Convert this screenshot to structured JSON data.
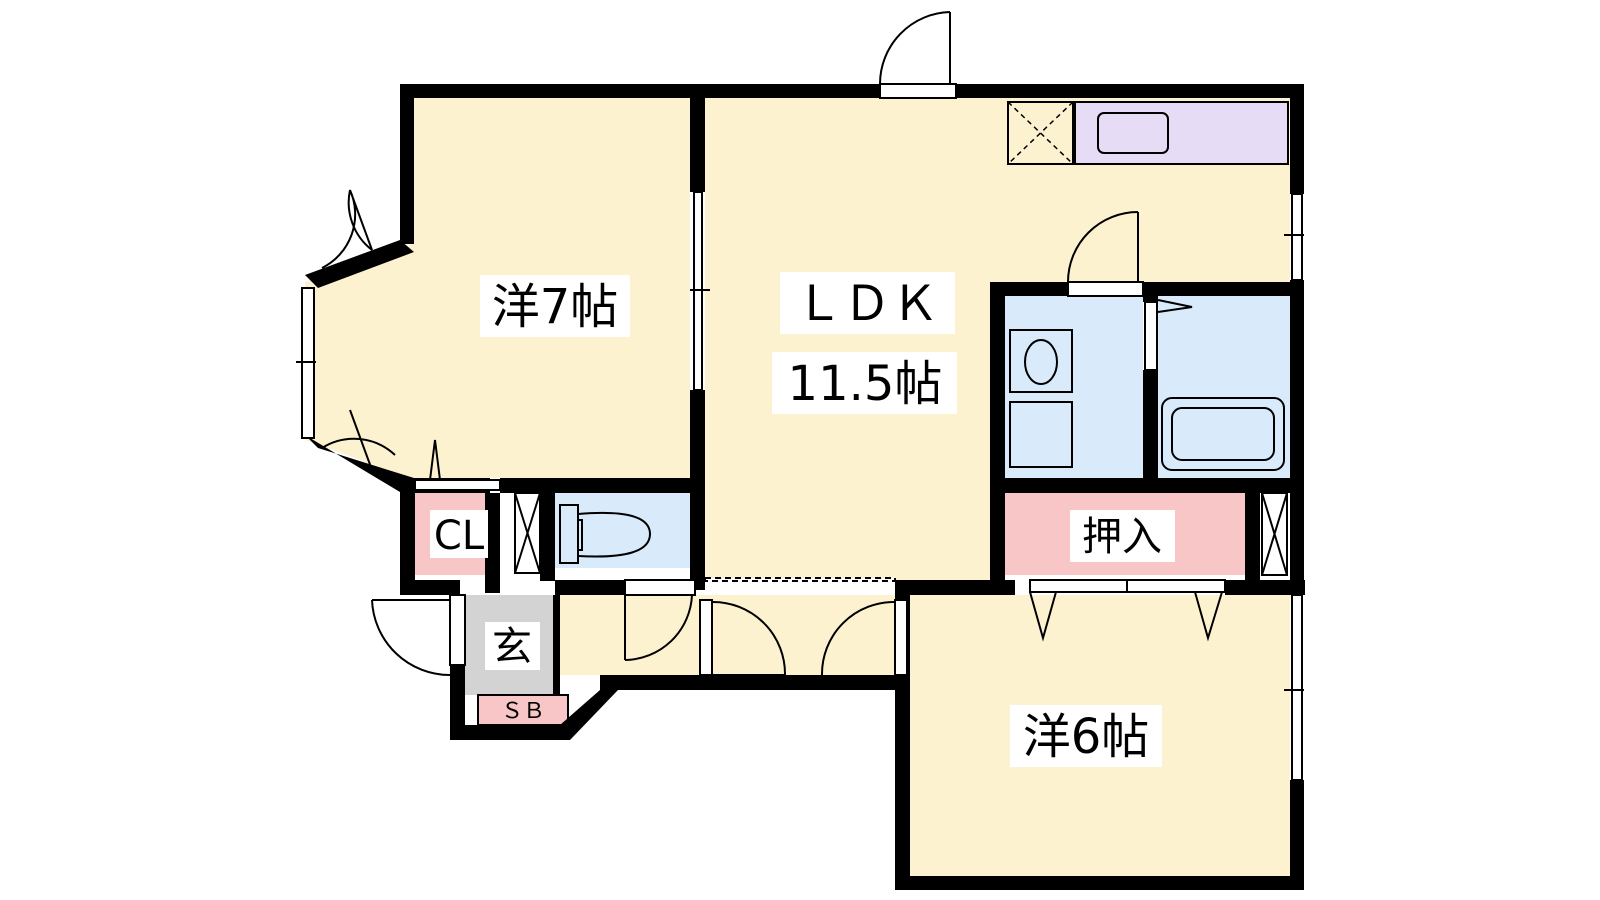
{
  "rooms": {
    "western_room_7": {
      "label": "洋7帖"
    },
    "ldk": {
      "label_line1": "ＬＤＫ",
      "label_line2": "11.5帖"
    },
    "closet": {
      "label": "CL"
    },
    "oshiire": {
      "label": "押入"
    },
    "entrance": {
      "label": "玄"
    },
    "shoe_box": {
      "label": "ＳＢ"
    },
    "western_room_6": {
      "label": "洋6帖"
    }
  },
  "colors": {
    "room_fill": "#fdf2d0",
    "wet_area_fill": "#d9eafb",
    "storage_fill": "#f9c6c8",
    "entrance_fill": "#d3d3d3",
    "kitchen_fill": "#e7dcf5",
    "wall": "#000000"
  }
}
